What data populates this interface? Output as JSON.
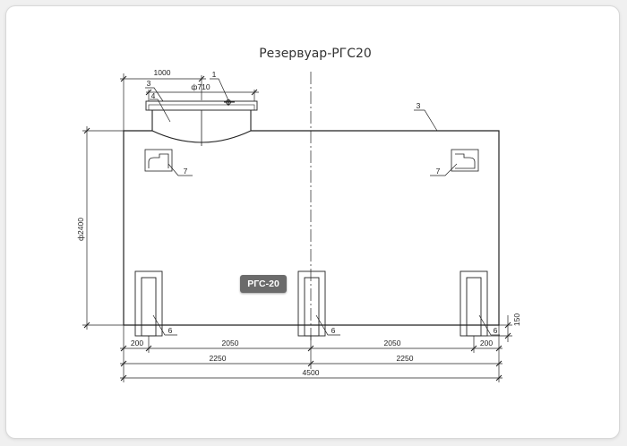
{
  "title": "Резервуар-РГС20",
  "tag": "РГС-20",
  "dimensions": {
    "neck_offset": "1000",
    "neck_diameter": "ф710",
    "height": "ф2400",
    "foot_height": "150",
    "seg_200_left": "200",
    "seg_2050_left": "2050",
    "seg_2050_right": "2050",
    "seg_200_right": "200",
    "half_left": "2250",
    "half_right": "2250",
    "total": "4500"
  },
  "callouts": {
    "c1": "1",
    "c3_left": "3",
    "c3_right": "3",
    "c4": "4",
    "c7_left": "7",
    "c7_right": "7",
    "c6_left": "6",
    "c6_mid": "6",
    "c6_right": "6"
  }
}
